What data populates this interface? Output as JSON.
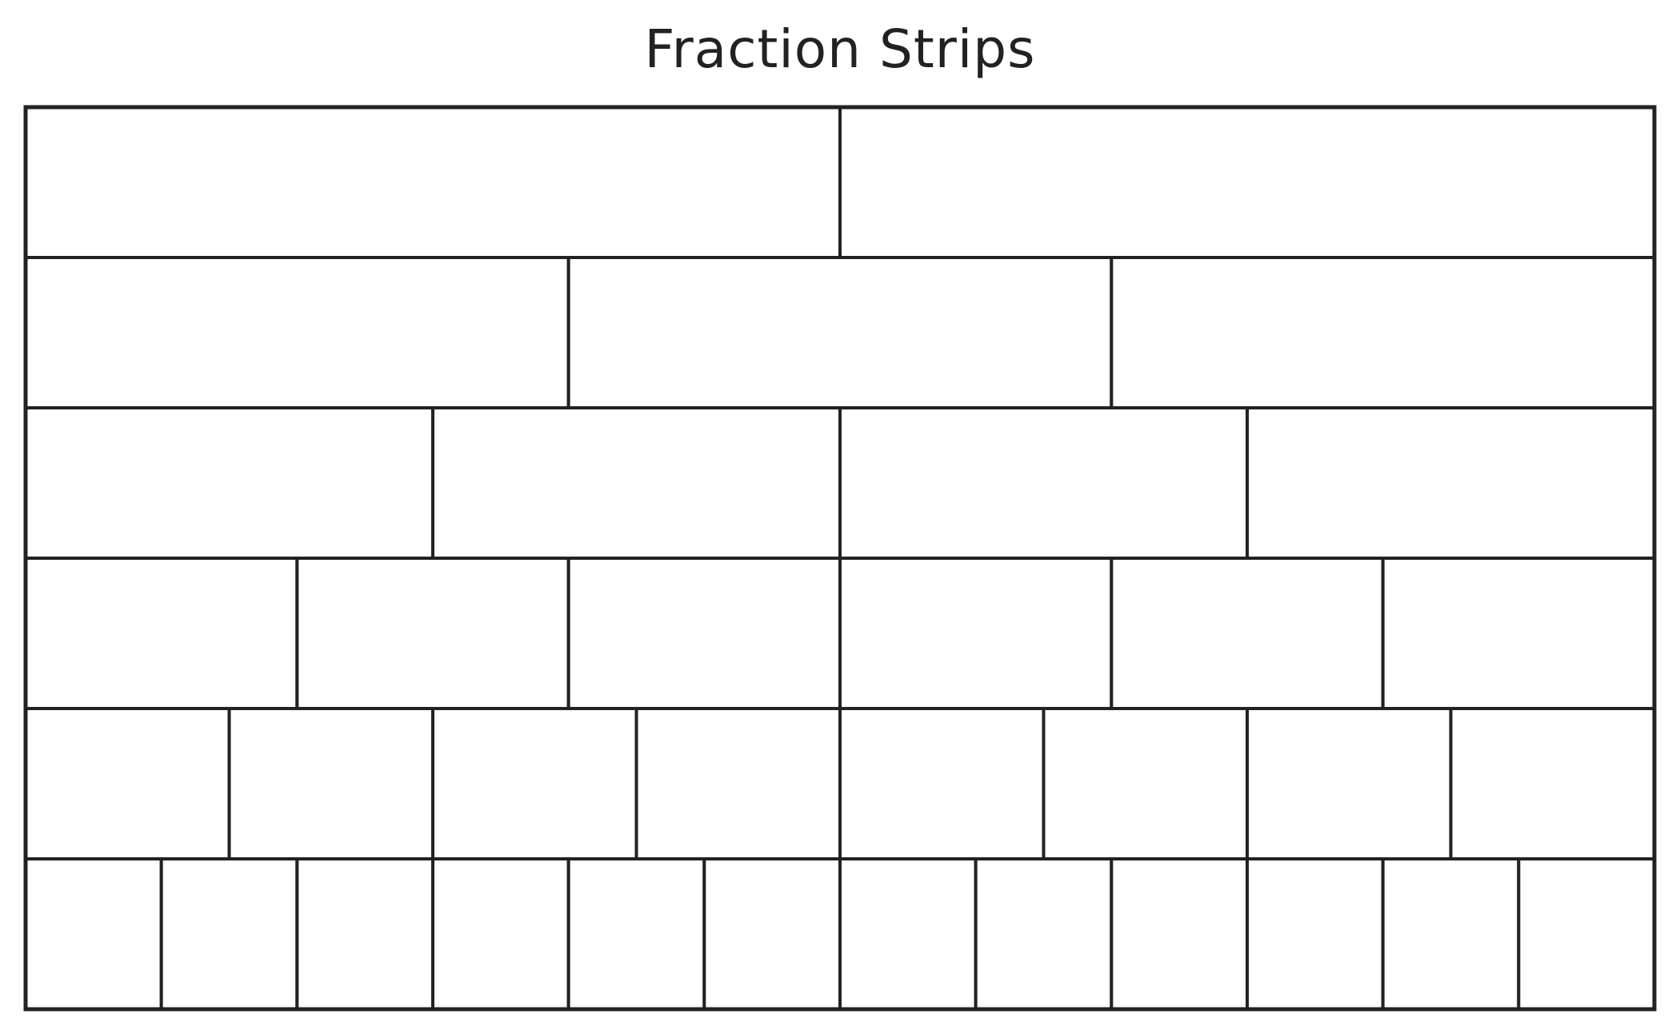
{
  "title": "Fraction Strips",
  "strip_colors": {
    "line": "#222222",
    "fill": "#ffffff"
  },
  "rows": [
    {
      "denominator": 2,
      "parts": 2
    },
    {
      "denominator": 3,
      "parts": 3
    },
    {
      "denominator": 4,
      "parts": 4
    },
    {
      "denominator": 6,
      "parts": 6
    },
    {
      "denominator": 8,
      "parts": 8
    },
    {
      "denominator": 12,
      "parts": 12
    }
  ]
}
